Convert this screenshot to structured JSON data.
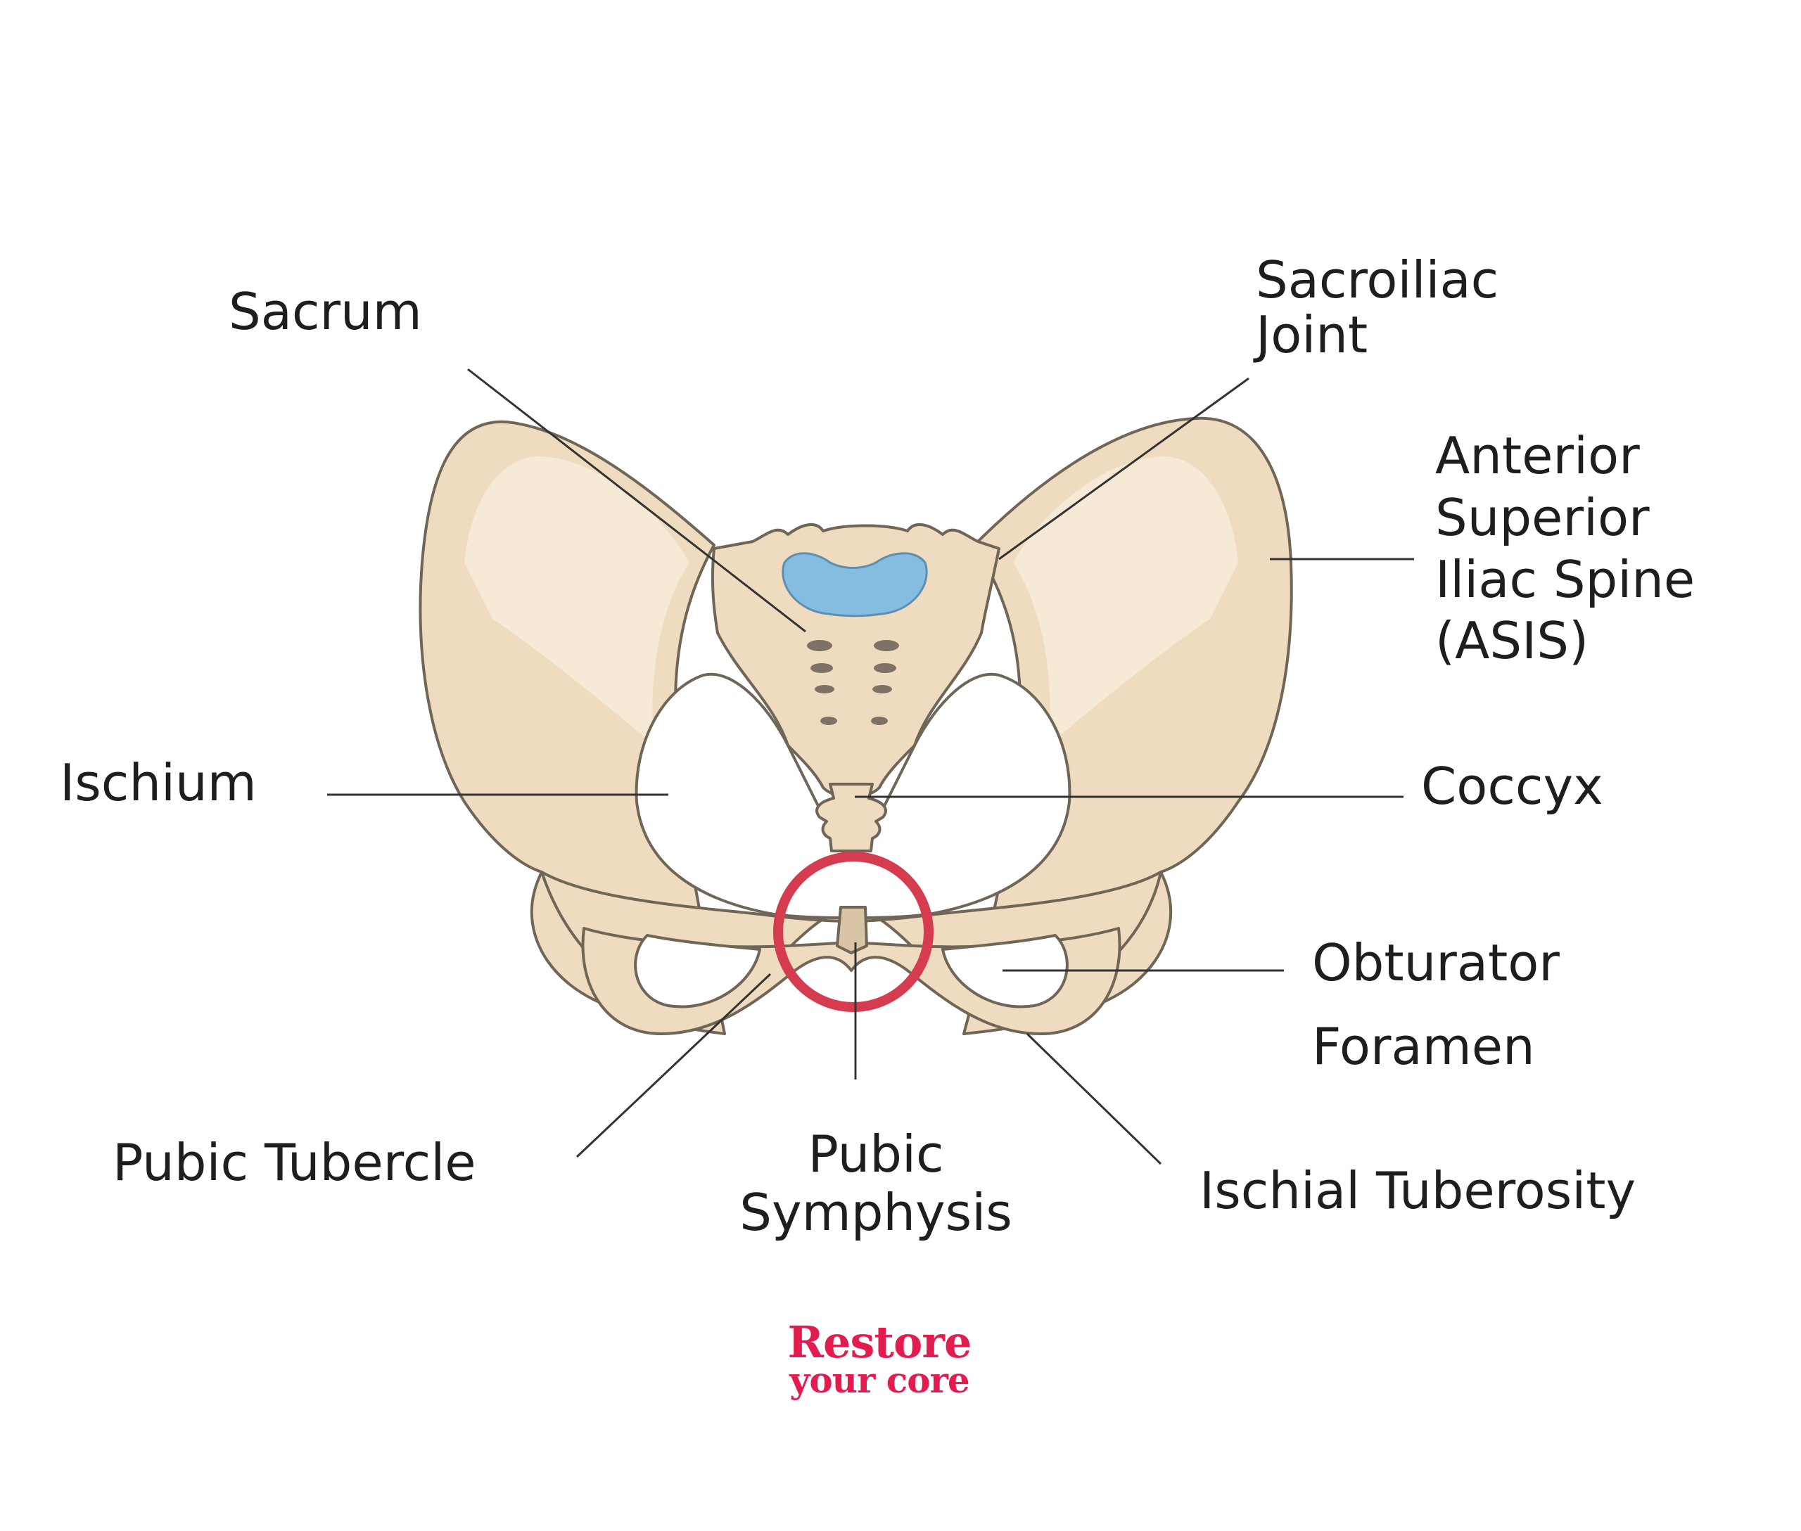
{
  "labels": {
    "sacrum": [
      "Sacrum"
    ],
    "sacroiliac_joint": [
      "Sacroiliac",
      "Joint"
    ],
    "asis": [
      "Anterior",
      "Superior",
      "Iliac Spine",
      "(ASIS)"
    ],
    "ischium": [
      "Ischium"
    ],
    "coccyx": [
      "Coccyx"
    ],
    "obturator_foramen": [
      "Obturator",
      "Foramen"
    ],
    "pubic_tubercle": [
      "Pubic Tubercle"
    ],
    "pubic_symphysis": [
      "Pubic",
      "Symphysis"
    ],
    "ischial_tuberosity": [
      "Ischial Tuberosity"
    ]
  },
  "logo": {
    "line1": "Restore",
    "line2": "your core"
  },
  "colors": {
    "bone": "#efdcc0",
    "bone_outline": "#6f6658",
    "bone_shadow": "#d9c4a6",
    "disc": "#84bde0",
    "highlight_circle": "#d63c50",
    "leader_line": "#333333",
    "logo": "#e31c4f"
  }
}
